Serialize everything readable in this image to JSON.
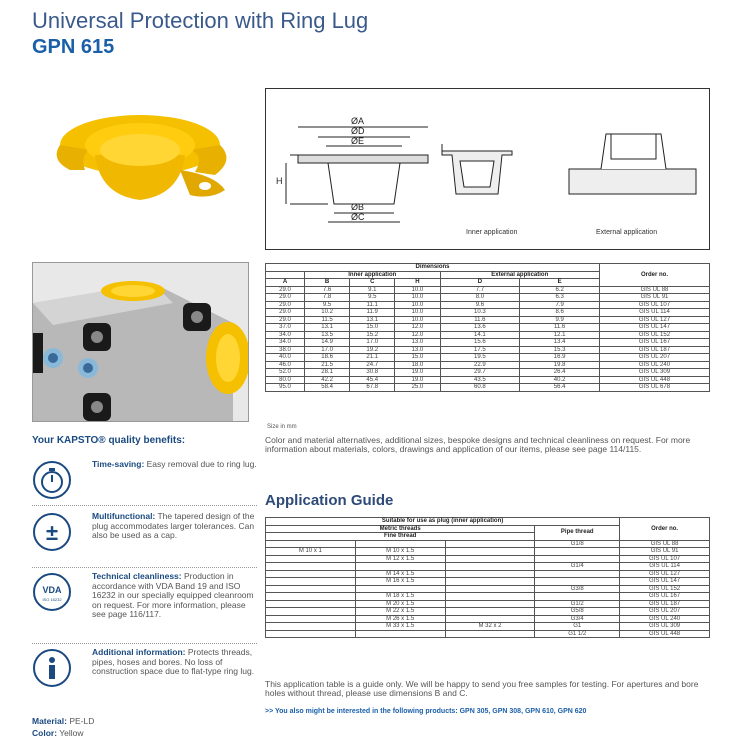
{
  "header": {
    "title": "Universal Protection with Ring Lug",
    "product": "GPN 615"
  },
  "drawing": {
    "labels": [
      "ØA",
      "ØD",
      "ØE",
      "H",
      "ØB",
      "ØC"
    ],
    "inner_caption": "Inner application",
    "external_caption": "External application"
  },
  "dimensions": {
    "title": "Dimensions",
    "inner_group": "Inner application",
    "external_group": "External application",
    "order_header": "Order no.",
    "columns": [
      "A",
      "B",
      "C",
      "H",
      "D",
      "E"
    ],
    "rows": [
      [
        "29.0",
        "7.6",
        "9.1",
        "10.0",
        "7.7",
        "6.2",
        "GIS UL 88"
      ],
      [
        "29.0",
        "7.8",
        "9.5",
        "10.0",
        "8.0",
        "6.3",
        "GIS UL 91"
      ],
      [
        "29.0",
        "9.5",
        "11.1",
        "10.0",
        "9.6",
        "7.9",
        "GIS UL 107"
      ],
      [
        "29.0",
        "10.2",
        "11.9",
        "10.0",
        "10.3",
        "8.6",
        "GIS UL 114"
      ],
      [
        "29.0",
        "11.5",
        "13.1",
        "10.0",
        "11.6",
        "9.9",
        "GIS UL 127"
      ],
      [
        "37.0",
        "13.1",
        "15.0",
        "12.0",
        "13.6",
        "11.6",
        "GIS UL 147"
      ],
      [
        "34.0",
        "13.5",
        "15.2",
        "12.0",
        "14.1",
        "12.1",
        "GIS UL 152"
      ],
      [
        "34.0",
        "14.9",
        "17.0",
        "13.0",
        "15.6",
        "13.4",
        "GIS UL 167"
      ],
      [
        "38.0",
        "17.0",
        "19.2",
        "13.0",
        "17.5",
        "15.3",
        "GIS UL 187"
      ],
      [
        "40.0",
        "18.6",
        "21.1",
        "15.0",
        "19.5",
        "16.9",
        "GIS UL 207"
      ],
      [
        "46.0",
        "21.5",
        "24.7",
        "18.0",
        "22.9",
        "19.8",
        "GIS UL 240"
      ],
      [
        "52.0",
        "28.1",
        "30.8",
        "19.0",
        "29.7",
        "26.4",
        "GIS UL 309"
      ],
      [
        "80.0",
        "42.2",
        "45.4",
        "19.0",
        "43.5",
        "40.2",
        "GIS UL 448"
      ],
      [
        "95.0",
        "58.4",
        "67.8",
        "25.0",
        "60.8",
        "56.4",
        "GIS UL 678"
      ]
    ]
  },
  "size_note": "Size in mm",
  "color_note": "Color and material alternatives, additional sizes, bespoke designs and technical cleanliness on request. For more information about materials, colors, drawings and application of our items, please see page 114/115.",
  "application": {
    "title": "Application Guide",
    "suitable": "Suitable for use as plug (inner application)",
    "metric": "Metric threads",
    "fine": "Fine thread",
    "pipe": "Pipe thread",
    "order_header": "Order no.",
    "rows": [
      [
        "",
        "",
        "",
        "G1/8",
        "GIS UL 88"
      ],
      [
        "M 10 x 1",
        "M 10 x 1.5",
        "",
        "",
        "GIS UL 91"
      ],
      [
        "",
        "M 12 x 1.5",
        "",
        "",
        "GIS UL 107"
      ],
      [
        "",
        "",
        "",
        "G1/4",
        "GIS UL 114"
      ],
      [
        "",
        "M 14 x 1.5",
        "",
        "",
        "GIS UL 127"
      ],
      [
        "",
        "M 16 x 1.5",
        "",
        "",
        "GIS UL 147"
      ],
      [
        "",
        "",
        "",
        "G3/8",
        "GIS UL 152"
      ],
      [
        "",
        "M 18 x 1.5",
        "",
        "",
        "GIS UL 167"
      ],
      [
        "",
        "M 20 x 1.5",
        "",
        "G1/2",
        "GIS UL 187"
      ],
      [
        "",
        "M 22 x 1.5",
        "",
        "G5/8",
        "GIS UL 207"
      ],
      [
        "",
        "M 26 x 1.5",
        "",
        "G3/4",
        "GIS UL 240"
      ],
      [
        "",
        "M 33 x 1.5",
        "M 32 x 2",
        "G1",
        "GIS UL 309"
      ],
      [
        "",
        "",
        "",
        "G1 1/2",
        "GIS UL 448"
      ]
    ]
  },
  "app_note": "This application table is a guide only. We will be happy to send you free samples for testing. For apertures and bore holes without thread, please use dimensions B and C.",
  "related": ">> You also might be interested in the following products: GPN 305, GPN 308, GPN 610, GPN 620",
  "benefits": {
    "title": "Your KAPSTO® quality benefits:",
    "items": [
      {
        "label": "Time-saving:",
        "text": " Easy removal due to ring lug."
      },
      {
        "label": "Multifunctional:",
        "text": " The tapered design of the plug accommodates larger tolerances. Can also be used as a cap."
      },
      {
        "label": "Technical cleanliness:",
        "text": " Production in accordance with VDA Band 19 and ISO 16232 in our specially equipped cleanroom on request. For more information, please see page 116/117."
      },
      {
        "label": "Additional information:",
        "text": " Protects threads, pipes, hoses and bores. No loss of construction space due to flat-type ring lug."
      }
    ],
    "vda_text": "VDA",
    "vda_sub": "ISO 16232"
  },
  "material": {
    "label": "Material:",
    "value": " PE-LD"
  },
  "color": {
    "label": "Color:",
    "value": " Yellow"
  },
  "colors": {
    "yellow": "#f5c000",
    "blue": "#1a5fa8",
    "navy": "#1a4a80"
  }
}
